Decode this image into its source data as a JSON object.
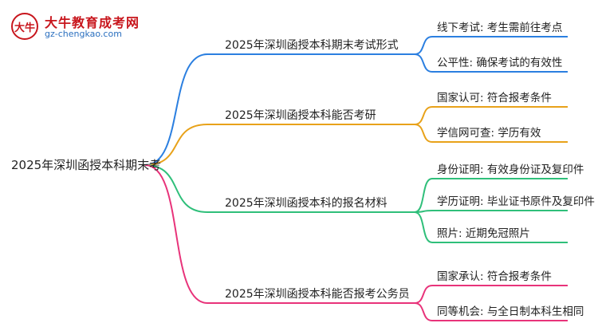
{
  "logo": {
    "badge_text": "大牛",
    "name": "大牛教育成考网",
    "url": "gz-chengkao.com"
  },
  "mindmap": {
    "root": "2025年深圳函授本科期末考",
    "branches": [
      {
        "label": "2025年深圳函授本科期末考试形式",
        "color": "#2b7fe0",
        "children": [
          "线下考试: 考生需前往考点",
          "公平性: 确保考试的有效性"
        ]
      },
      {
        "label": "2025年深圳函授本科能否考研",
        "color": "#e8a21a",
        "children": [
          "国家认可: 符合报考条件",
          "学信网可查: 学历有效"
        ]
      },
      {
        "label": "2025年深圳函授本科的报名材料",
        "color": "#2fbf7a",
        "children": [
          "身份证明: 有效身份证及复印件",
          "学历证明: 毕业证书原件及复印件",
          "照片: 近期免冠照片"
        ]
      },
      {
        "label": "2025年深圳函授本科能否报考公务员",
        "color": "#e8337a",
        "children": [
          "国家承认: 符合报考条件",
          "同等机会: 与全日制本科生相同"
        ]
      }
    ]
  }
}
